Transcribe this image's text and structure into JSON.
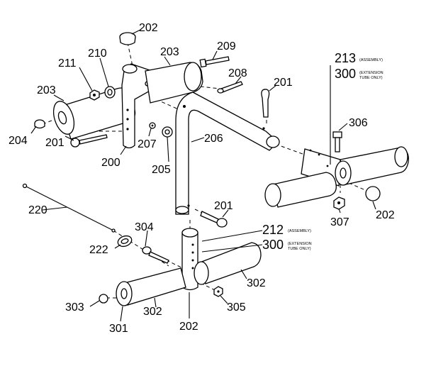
{
  "labels": {
    "l202a": "202",
    "l209": "209",
    "l210": "210",
    "l211": "211",
    "l203a": "203",
    "l203b": "203",
    "l208": "208",
    "l201a": "201",
    "l213": "213",
    "l213note": "(ASSEMBLY)",
    "l300a": "300",
    "l300anote1": "(EXTENSION",
    "l300anote2": "TUBE ONLY)",
    "l204": "204",
    "l201b": "201",
    "l200": "200",
    "l207": "207",
    "l206": "206",
    "l205": "205",
    "l306": "306",
    "l220": "220",
    "l304": "304",
    "l201c": "201",
    "l307": "307",
    "l202b": "202",
    "l212": "212",
    "l212note": "(ASSEMBLY)",
    "l300b": "300",
    "l300bnote1": "(EXTENSION",
    "l300bnote2": "TUBE ONLY)",
    "l222": "222",
    "l302a": "302",
    "l302b": "302",
    "l303": "303",
    "l305": "305",
    "l301": "301",
    "l202c": "202"
  }
}
